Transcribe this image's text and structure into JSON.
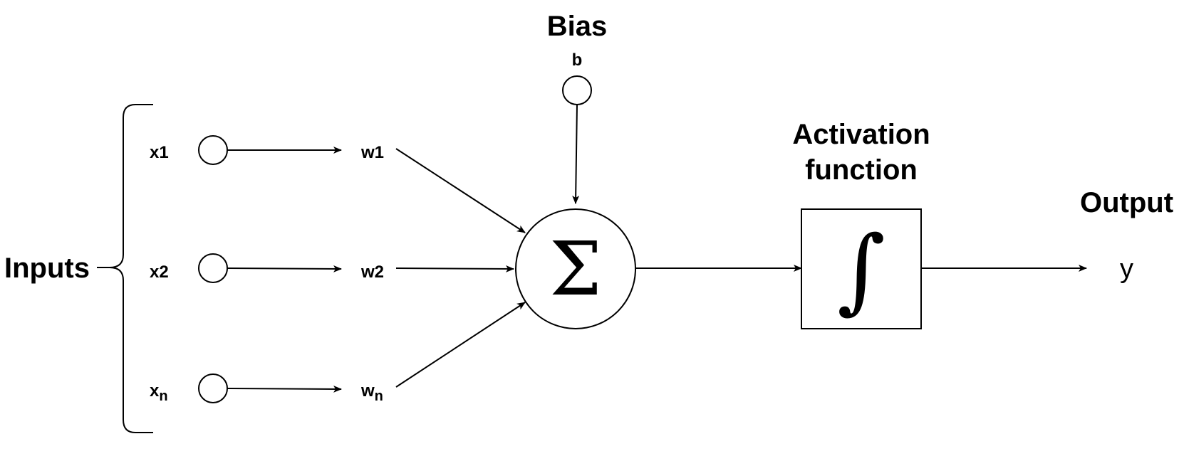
{
  "labels": {
    "inputs": "Inputs",
    "bias_title": "Bias",
    "bias_var": "b",
    "activation_line1": "Activation",
    "activation_line2": "function",
    "output_title": "Output",
    "output_var": "y"
  },
  "inputs": [
    {
      "x_base": "x",
      "x_sub": "1",
      "w_base": "w",
      "w_sub": "1"
    },
    {
      "x_base": "x",
      "x_sub": "2",
      "w_base": "w",
      "w_sub": "2"
    },
    {
      "x_base": "x",
      "x_sub": "n",
      "w_base": "w",
      "w_sub": "n"
    }
  ],
  "symbols": {
    "sum": "Σ",
    "activation": "∫"
  }
}
